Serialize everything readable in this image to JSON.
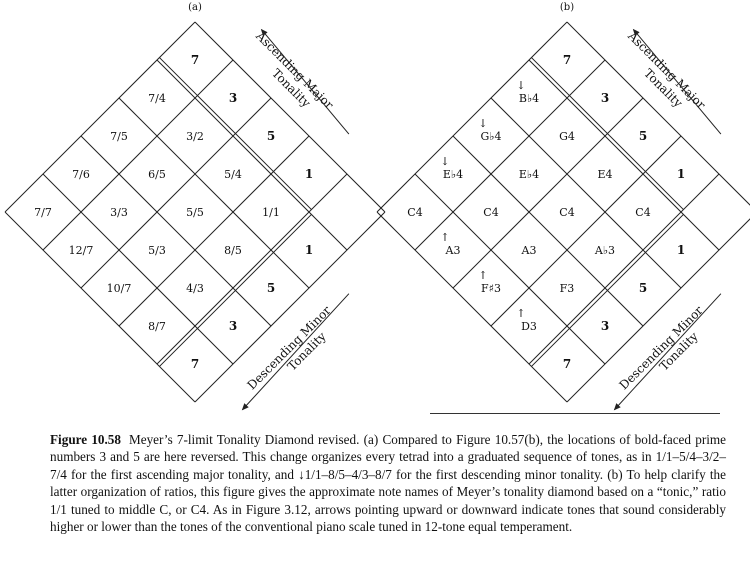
{
  "panels": [
    {
      "letter": "(a)",
      "cells": [
        [
          "7/7",
          "12/7",
          "10/7",
          "8/7",
          "7"
        ],
        [
          "7/6",
          "3/3",
          "5/3",
          "4/3",
          "3"
        ],
        [
          "7/5",
          "6/5",
          "5/5",
          "8/5",
          "5"
        ],
        [
          "7/4",
          "3/2",
          "5/4",
          "1/1",
          "1"
        ],
        [
          "7",
          "3",
          "5",
          "1",
          ""
        ]
      ],
      "prime_cells": [
        "0,4",
        "1,4",
        "2,4",
        "3,4",
        "4,0",
        "4,1",
        "4,2",
        "4,3"
      ],
      "up_arrows": [],
      "down_arrows": []
    },
    {
      "letter": "(b)",
      "cells": [
        [
          "C4",
          "A3",
          "F♯3",
          "D3",
          "7"
        ],
        [
          "E♭4",
          "C4",
          "A3",
          "F3",
          "3"
        ],
        [
          "G♭4",
          "E♭4",
          "C4",
          "A♭3",
          "5"
        ],
        [
          "B♭4",
          "G4",
          "E4",
          "C4",
          "1"
        ],
        [
          "7",
          "3",
          "5",
          "1",
          ""
        ]
      ],
      "prime_cells": [
        "0,4",
        "1,4",
        "2,4",
        "3,4",
        "4,0",
        "4,1",
        "4,2",
        "4,3"
      ],
      "up_arrows": [
        "0,1",
        "0,2",
        "0,3"
      ],
      "down_arrows": [
        "1,0",
        "2,0",
        "3,0"
      ]
    }
  ],
  "labels": {
    "ascending_major": [
      "Ascending Major",
      "Tonality"
    ],
    "descending_minor": [
      "Descending Minor",
      "Tonality"
    ]
  },
  "caption": {
    "figure_number": "Figure 10.58",
    "text": "Meyer’s 7-limit Tonality Diamond revised. (a) Compared to Figure 10.57(b), the locations of bold-faced prime numbers 3 and 5 are here reversed. This change organizes every tetrad into a graduated sequence of tones, as in 1/1–5/4–3/2–7/4 for the first ascending major tonality, and ↓1/1–8/5–4/3–8/7 for the first descending minor tonality. (b) To help clarify the latter organization of ratios, this figure gives the approximate note names of Meyer’s tonality diamond based on a “tonic,” ratio 1/1 tuned to middle C, or C4. As in Figure 3.12, arrows pointing upward or downward indicate tones that sound considerably higher or lower than the tones of the conventional piano scale tuned in 12-tone equal temperament."
  }
}
